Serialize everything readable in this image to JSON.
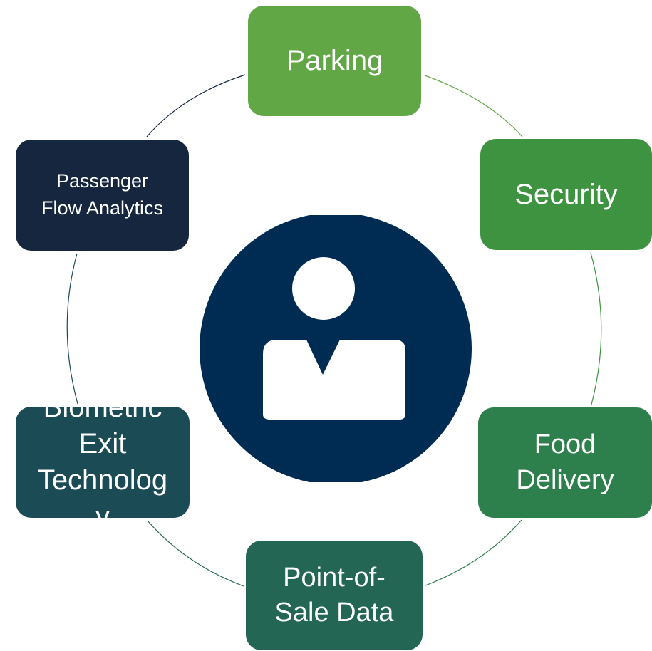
{
  "colors": {
    "ring": "#1f3b33",
    "center": "#002c54",
    "person": "#ffffff",
    "parking": "#62a746",
    "security": "#3e9341",
    "food_delivery": "#2d7f4b",
    "point_of_sale": "#236654",
    "biometric": "#1b4b54",
    "passenger": "#17263f"
  },
  "center": {
    "icon": "person-icon"
  },
  "nodes": [
    {
      "id": "parking",
      "label": "Parking"
    },
    {
      "id": "security",
      "label": "Security"
    },
    {
      "id": "food_delivery",
      "label": "Food\nDelivery"
    },
    {
      "id": "point_of_sale",
      "label": "Point-of-\nSale Data"
    },
    {
      "id": "biometric",
      "label": "Biometric\nExit\nTechnolog\ny"
    },
    {
      "id": "passenger",
      "label": "Passenger\nFlow Analytics"
    }
  ]
}
